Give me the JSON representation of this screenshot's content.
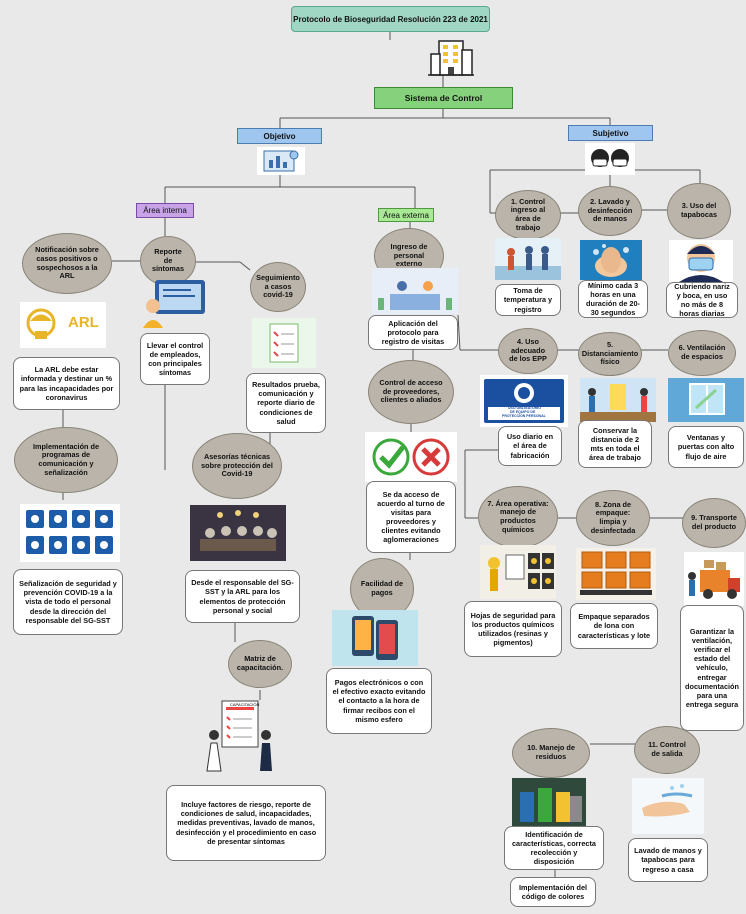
{
  "title": "Protocolo de Bioseguridad Resolución 223 de 2021",
  "system": "Sistema de Control",
  "objetivo": {
    "label": "Objetivo",
    "interna": {
      "label": "Área interna",
      "notificacion": "Notificación sobre casos positivos o sospechosos a la ARL",
      "arl_text": "La ARL debe estar informada y destinar un % para las incapacidades por coronavirus",
      "implementacion": "Implementación de programas de comunicación y señalización",
      "senalizacion": "Señalización de seguridad y prevención COVID-19 a la vista de todo el personal desde la dirección del responsable del SG-SST",
      "reporte": "Reporte de síntomas",
      "llevar": "Llevar el control de empleados, con principales síntomas",
      "seguimiento": "Seguimiento a casos covid-19",
      "resultados": "Resultados prueba, comunicación y reporte diario de condiciones de salud",
      "asesorias": "Asesorías técnicas sobre protección del Covid-19",
      "desde": "Desde el responsable del SG-SST y la ARL para los elementos de protección personal y social",
      "matriz": "Matriz de capacitación.",
      "incluye": "Incluye factores de riesgo, reporte de condiciones de salud, incapacidades, medidas preventivas, lavado de manos, desinfección y el procedimiento en caso de presentar síntomas"
    },
    "externa": {
      "label": "Área externa",
      "ingreso": "Ingreso de personal externo",
      "aplicacion": "Aplicación del protocolo para registro de visitas",
      "control": "Control de acceso de proveedores, clientes o aliados",
      "acceso": "Se da acceso de acuerdo al turno de visitas para proveedores y clientes evitando aglomeraciones",
      "facilidad": "Facilidad de pagos",
      "pagos": "Pagos electrónicos o con el efectivo exacto evitando el contacto a la hora de firmar recibos con el mismo esfero"
    }
  },
  "subjetivo": {
    "label": "Subjetivo",
    "n1": "1. Control ingreso al área de trabajo",
    "n1_box": "Toma de temperatura y registro",
    "n2": "2. Lavado y desinfección de manos",
    "n2_box": "Mínimo cada 3 horas en una duración de 20-30 segundos",
    "n3": "3. Uso del tapabocas",
    "n3_box": "Cubriendo nariz y boca, en uso no más de 8 horas diarias",
    "n4": "4. Uso adecuado de los EPP",
    "n4_box": "Uso diario en el área de fabricación",
    "n5": "5. Distanciamiento físico",
    "n5_box": "Conservar la distancia de 2 mts en toda el área de trabajo",
    "n6": "6. Ventilación de espacios",
    "n6_box": "Ventanas y puertas con alto flujo de aire",
    "n7": "7. Área operativa: manejo de productos químicos",
    "n7_box": "Hojas de seguridad para los productos químicos utilizados (resinas y pigmentos)",
    "n8": "8. Zona de empaque: limpia y desinfectada",
    "n8_box": "Empaque separados de lona con características y lote",
    "n9": "9. Transporte del producto",
    "n9_box": "Garantizar la ventilación, verificar el estado del vehículo, entregar documentación para una entrega segura",
    "n10": "10. Manejo de residuos",
    "n10_box": "Identificación de características, correcta recolección y disposición",
    "n10_box2": "Implementación del código de colores",
    "n11": "11. Control de salida",
    "n11_box": "Lavado de manos y tapabocas para regreso a casa"
  },
  "logos": {
    "arl": "ARL",
    "sign_line1": "USO OBLIGATORIO",
    "sign_line2": "DE EQUIPO DE",
    "sign_line3": "PROTECCIÓN PERSONAL",
    "capacitacion": "CAPACITACIÓN"
  }
}
